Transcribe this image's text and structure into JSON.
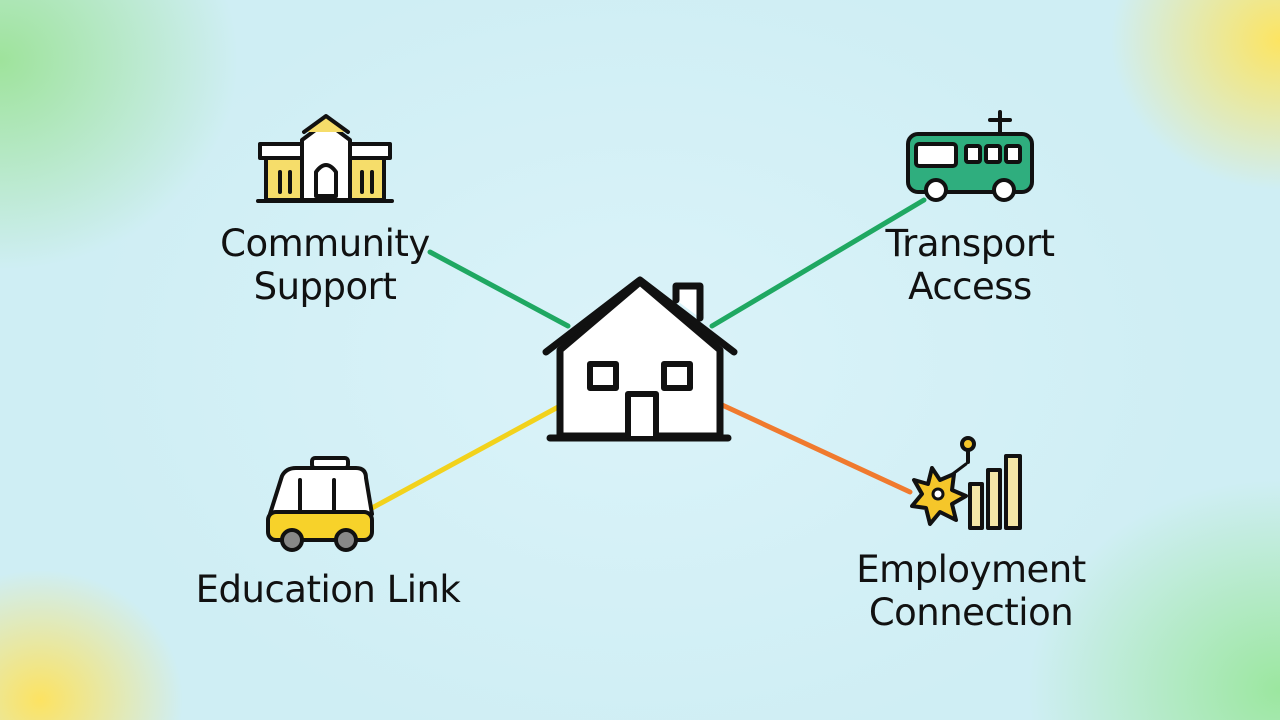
{
  "center": {
    "icon": "house-icon"
  },
  "nodes": [
    {
      "id": "community",
      "lines": [
        "Community",
        "Support"
      ],
      "icon": "community-building-icon",
      "link_color": "#1fa862"
    },
    {
      "id": "transport",
      "lines": [
        "Transport",
        "Access"
      ],
      "icon": "bus-icon",
      "link_color": "#1fa862"
    },
    {
      "id": "education",
      "lines": [
        "Education Link"
      ],
      "icon": "school-bus-icon",
      "link_color": "#f2d21c"
    },
    {
      "id": "employment",
      "lines": [
        "Employment",
        "Connection"
      ],
      "icon": "growth-chart-icon",
      "link_color": "#f07a2e"
    }
  ],
  "colors": {
    "stroke": "#111111",
    "green_line": "#1fa862",
    "yellow_line": "#f2d21c",
    "orange_line": "#f07a2e",
    "building_fill": "#f6dd6a",
    "bus_fill": "#2fae7e",
    "van_fill": "#f7d22a",
    "chart_fill": "#f4e7a8",
    "gear_fill": "#f5c62a"
  }
}
